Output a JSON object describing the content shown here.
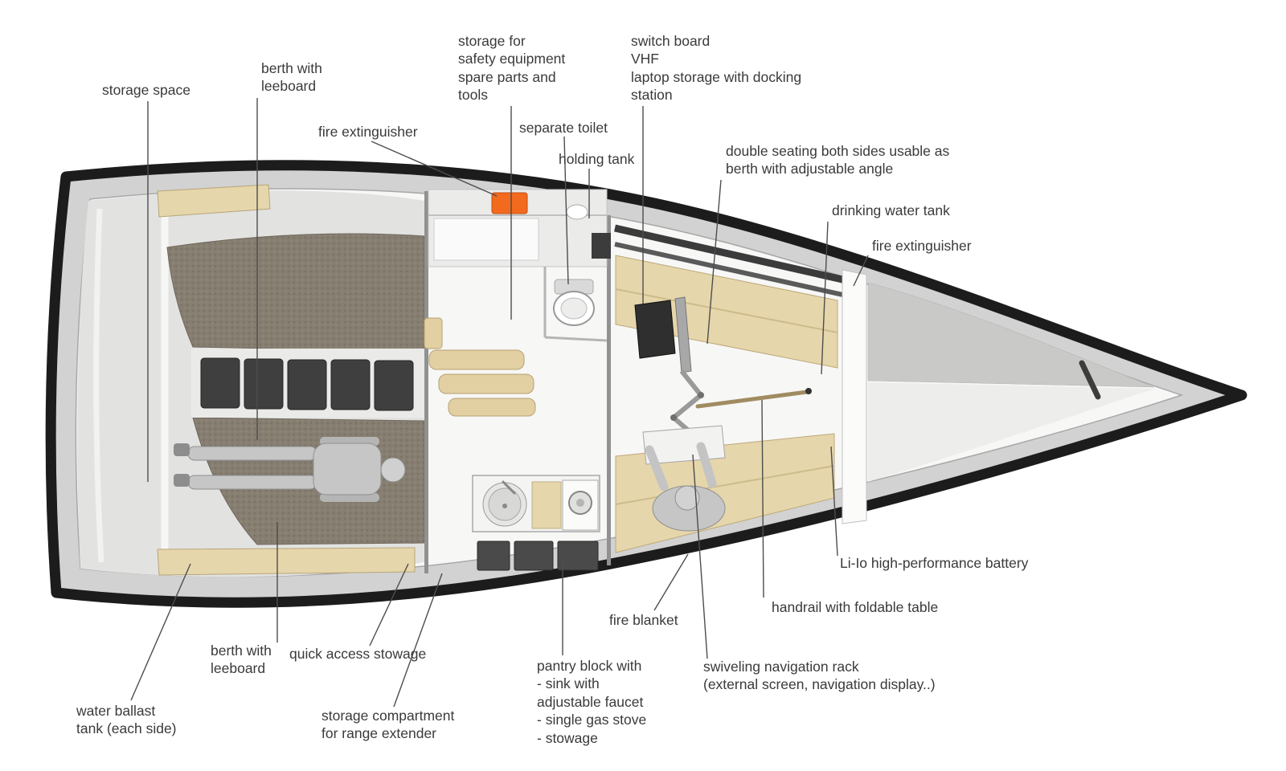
{
  "labels": [
    {
      "id": "storage-space",
      "text": "storage space"
    },
    {
      "id": "berth-leeboard-top",
      "text": "berth with\nleeboard"
    },
    {
      "id": "fire-extinguisher-port",
      "text": "fire extinguisher"
    },
    {
      "id": "safety-storage",
      "text": "storage for\nsafety equipment\nspare parts and\ntools"
    },
    {
      "id": "separate-toilet",
      "text": "separate toilet"
    },
    {
      "id": "holding-tank",
      "text": "holding tank"
    },
    {
      "id": "switch-board",
      "text": "switch board\nVHF\nlaptop storage with docking\nstation"
    },
    {
      "id": "double-seating",
      "text": "double seating both sides usable as\nberth with adjustable angle"
    },
    {
      "id": "drinking-water-tank",
      "text": "drinking water tank"
    },
    {
      "id": "fire-extinguisher-stbd",
      "text": "fire extinguisher"
    },
    {
      "id": "battery",
      "text": "Li-Io high-performance battery"
    },
    {
      "id": "handrail-table",
      "text": "handrail with foldable table"
    },
    {
      "id": "fire-blanket",
      "text": "fire blanket"
    },
    {
      "id": "berth-leeboard-bottom",
      "text": "berth with\nleeboard"
    },
    {
      "id": "quick-access-stowage",
      "text": "quick access stowage"
    },
    {
      "id": "water-ballast-tank",
      "text": "water ballast\ntank (each side)"
    },
    {
      "id": "range-extender-storage",
      "text": "storage compartment\nfor range extender"
    },
    {
      "id": "pantry-block",
      "text": "pantry block with\n- sink with\nadjustable faucet\n- single gas stove\n- stowage"
    },
    {
      "id": "navigation-rack",
      "text": "swiveling navigation rack\n(external screen, navigation display..)"
    }
  ],
  "colors": {
    "hull_outline": "#1c1c1c",
    "deck_gray": "#d2d2d2",
    "cabin_floor": "#f7f7f6",
    "extinguisher_orange": "#f26a1e",
    "wood": "#e6d6ab",
    "wood_steps": "#e2cfa2",
    "berth_carpet": "#867e70",
    "locker_dark": "#3f3f3f",
    "leader_line": "#4d4d4d"
  }
}
